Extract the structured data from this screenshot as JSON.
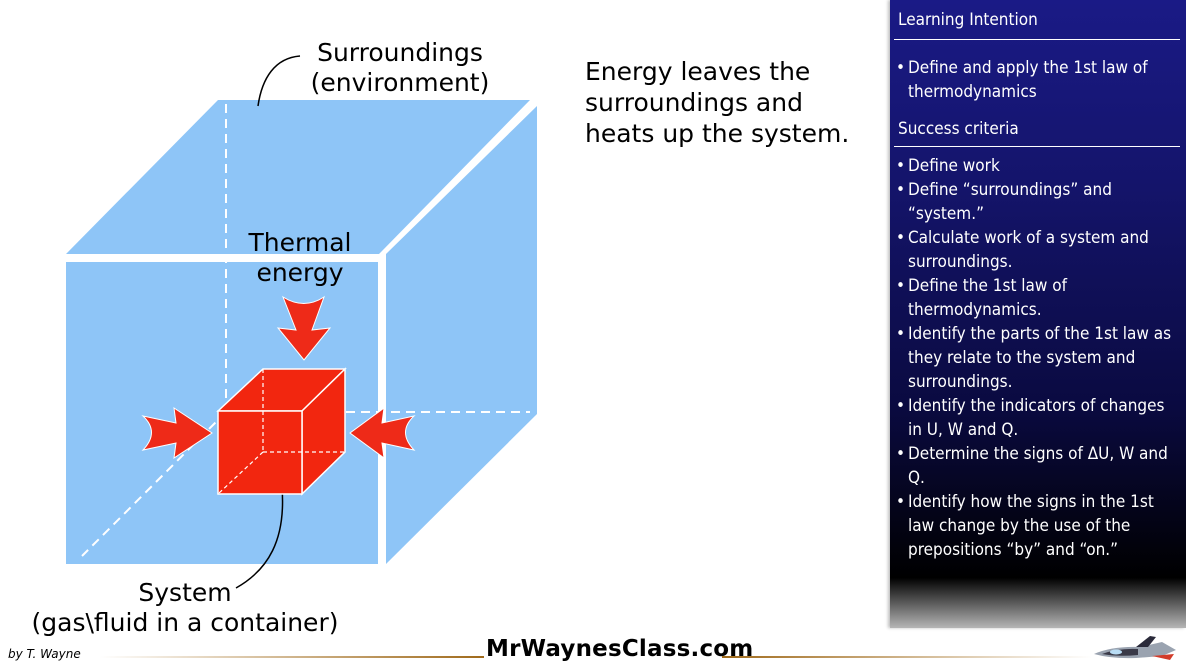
{
  "diagram": {
    "surroundings_label": [
      "Surroundings",
      "(environment)"
    ],
    "thermal_label": [
      "Thermal",
      "energy"
    ],
    "system_label": [
      "System",
      "(gas\\fluid in a container)"
    ],
    "caption": [
      "Energy leaves the",
      "surroundings and",
      "heats up the system."
    ],
    "colors": {
      "surroundings": "#8ec5f7",
      "system": "#f2260f",
      "arrow": "#ee2a18"
    }
  },
  "footer": {
    "author": "by T. Wayne",
    "site": "MrWaynesClass.com",
    "logo_icon": "rocket-plane-icon"
  },
  "panel": {
    "learning_intention_title": "Learning Intention",
    "learning_intention": [
      "Define and apply the 1st law of thermodynamics"
    ],
    "success_criteria_title": "Success criteria",
    "success_criteria": [
      "Define work",
      "Define “surroundings” and “system.”",
      "Calculate work of a system and surroundings.",
      "Define the 1st law of thermodynamics.",
      "Identify the parts of the 1st law as they relate to the system and surroundings.",
      "Identify the indicators of changes in U, W and Q.",
      "Determine the signs of ΔU, W and Q.",
      "Identify how the signs in the 1st law change by the use of the prepositions “by” and “on.”"
    ],
    "colors": {
      "top": "#1a1a86",
      "bottom": "#000000"
    }
  }
}
